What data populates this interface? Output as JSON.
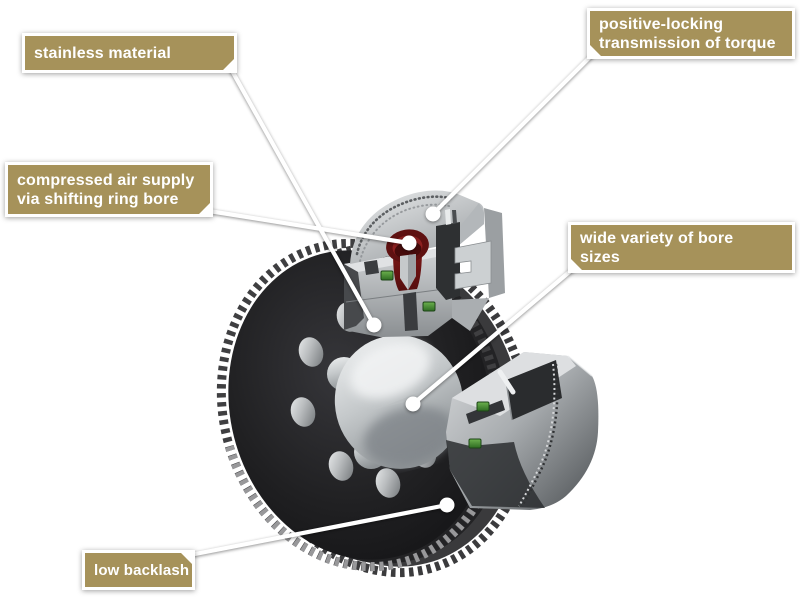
{
  "illustration": {
    "alt": "Cut-away 3D rendering of a pneumatic tooth clutch: black toothed ring gear with bolt holes and polished bore, stainless hub with red compressed-air bore and green seals, separate toothed shifting block"
  },
  "labels": {
    "stainless": {
      "lines": [
        "stainless material"
      ]
    },
    "compressed": {
      "lines": [
        "compressed air supply",
        "via shifting ring bore"
      ]
    },
    "positive": {
      "lines": [
        "positive-locking",
        "transmission of torque"
      ]
    },
    "wide": {
      "lines": [
        "wide variety of bore",
        "sizes"
      ]
    },
    "low": {
      "lines": [
        "low backlash"
      ]
    }
  },
  "colors": {
    "background": "#ffffff",
    "label_background": "#a6925a",
    "label_text": "#ffffff",
    "label_border": "#ffffff",
    "leader_line": "#ffffff",
    "gear_body_dark": "#1a1a1c",
    "metal_light": "#d9dbdd",
    "seal_green": "#3f8a2e",
    "air_bore_red": "#7a1616"
  }
}
